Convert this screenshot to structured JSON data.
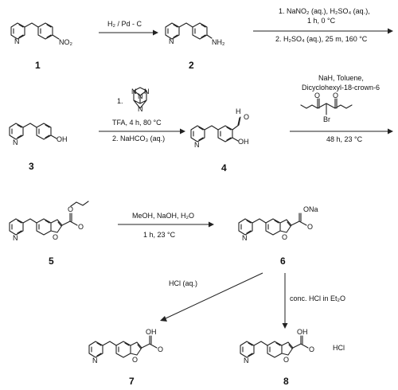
{
  "compounds": {
    "c1": {
      "number": "1",
      "no2": "NO₂",
      "n": "N"
    },
    "c2": {
      "number": "2",
      "nh2": "NH₂",
      "n": "N"
    },
    "c3": {
      "number": "3",
      "oh": "OH",
      "n": "N"
    },
    "c4": {
      "number": "4",
      "h": "H",
      "o": "O",
      "oh": "OH",
      "n": "N"
    },
    "c5": {
      "number": "5",
      "o_ring": "O",
      "o_ester": "O",
      "o_carbonyl": "O",
      "n": "N"
    },
    "c6": {
      "number": "6",
      "ona": "ONa",
      "o_ring": "O",
      "o_carbonyl": "O",
      "n": "N"
    },
    "c7": {
      "number": "7",
      "oh": "OH",
      "o_ring": "O",
      "o_carbonyl": "O",
      "n": "N"
    },
    "c8": {
      "number": "8",
      "oh": "OH",
      "o_ring": "O",
      "o_carbonyl": "O",
      "n": "N",
      "salt": "HCl"
    }
  },
  "conditions": {
    "step1": {
      "line1": "H₂ / Pd - C"
    },
    "step2": {
      "line1": "1. NaNO₂ (aq.), H₂SO₄ (aq.),",
      "line2": "1 h, 0 °C",
      "line3": "2. H₂SO₄ (aq.), 25 m, 160 °C"
    },
    "step3": {
      "reagent_prefix": "1.",
      "line1": "TFA, 4 h, 80 °C",
      "line2": "2. NaHCO₃ (aq.)"
    },
    "step4": {
      "line1": "NaH, Toluene,",
      "line2": "Dicyclohexyl-18-crown-6",
      "line3": "48 h, 23 °C",
      "br": "Br"
    },
    "step5": {
      "line1": "MeOH, NaOH, H₂O",
      "line2": "1 h, 23 °C"
    },
    "step6": {
      "line1": "HCl (aq.)"
    },
    "step7": {
      "line1": "conc. HCl in Et₂O"
    }
  }
}
